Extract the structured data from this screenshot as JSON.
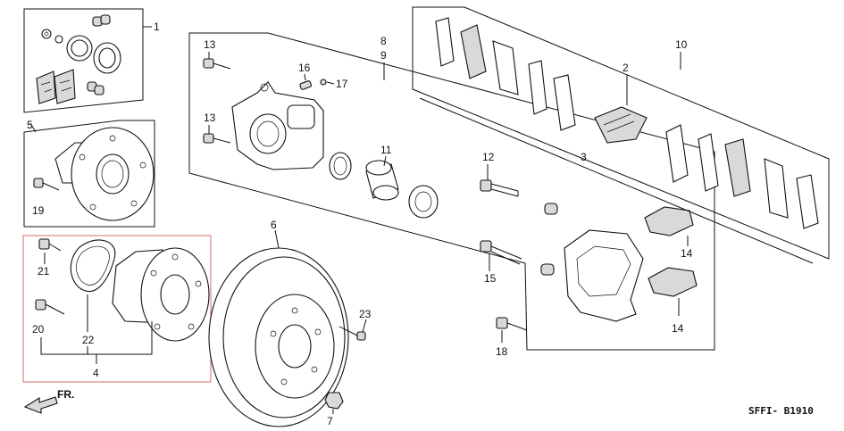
{
  "diagram_code": "SFFI- B1910",
  "front_marker": "FR.",
  "colors": {
    "line": "#111111",
    "highlight_box": "#d96b6b",
    "background": "#ffffff"
  },
  "callouts": {
    "c1": "1",
    "c2": "2",
    "c3": "3",
    "c4": "4",
    "c5": "5",
    "c6": "6",
    "c7": "7",
    "c8": "8",
    "c9": "9",
    "c10": "10",
    "c11": "11",
    "c12": "12",
    "c13a": "13",
    "c13b": "13",
    "c14a": "14",
    "c14b": "14",
    "c15": "15",
    "c16": "16",
    "c17": "17",
    "c18": "18",
    "c19": "19",
    "c20": "20",
    "c21": "21",
    "c22": "22",
    "c23": "23"
  }
}
